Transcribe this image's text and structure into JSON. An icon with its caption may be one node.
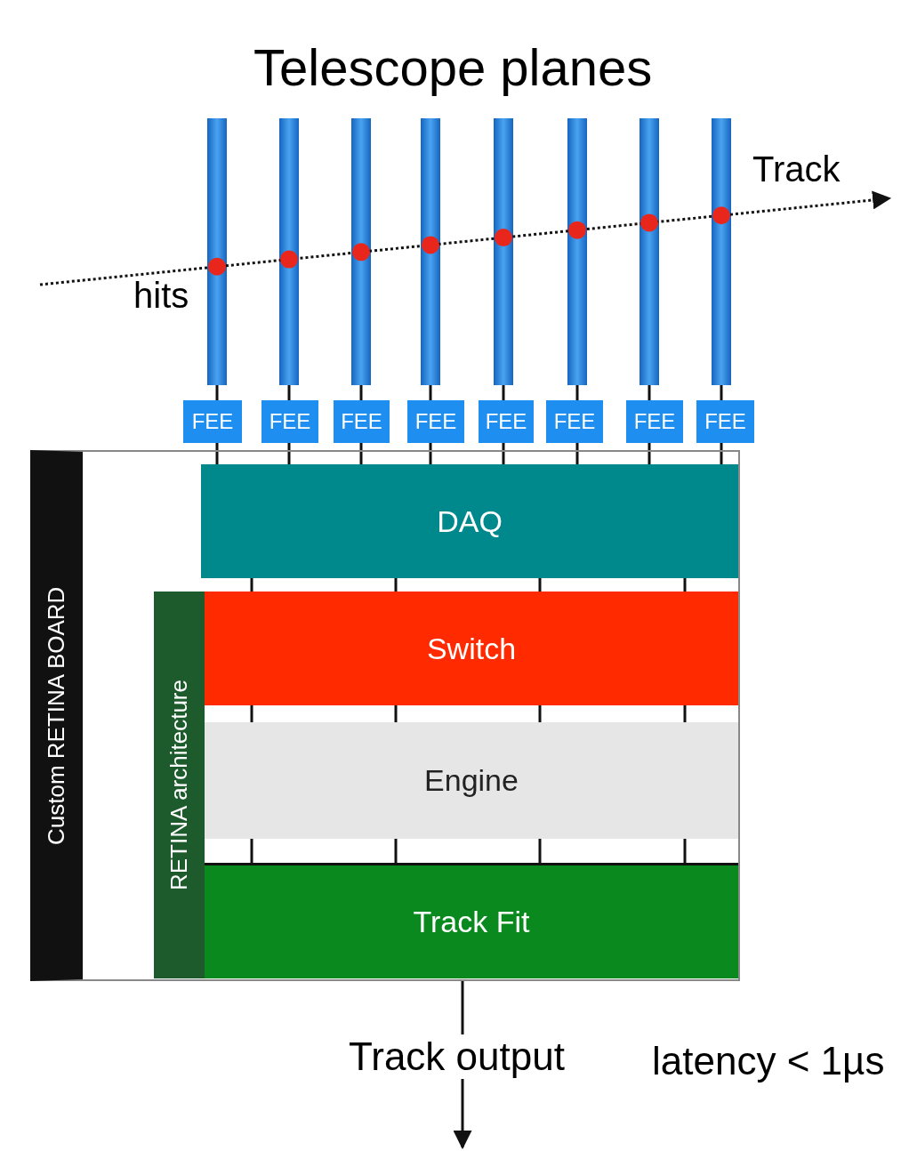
{
  "diagram": {
    "title": "Telescope planes",
    "nodes": [
      {
        "text": [],
        "shape": "bar"
      },
      {
        "text": [],
        "shape": "bar"
      },
      {
        "text": [],
        "shape": "bar"
      },
      {
        "text": [],
        "shape": "bar"
      },
      {
        "text": [],
        "shape": "bar"
      },
      {
        "text": [],
        "shape": "bar"
      },
      {
        "text": [],
        "shape": "bar"
      },
      {
        "text": [],
        "shape": "bar"
      },
      {
        "text": [
          "FEE"
        ]
      },
      {
        "text": [
          "FEE"
        ]
      },
      {
        "text": [
          "FEE"
        ]
      },
      {
        "text": [
          "FEE"
        ]
      },
      {
        "text": [
          "FEE"
        ]
      },
      {
        "text": [
          "FEE"
        ]
      },
      {
        "text": [
          "FEE"
        ]
      },
      {
        "text": [
          "FEE"
        ]
      },
      {
        "text": [
          "Custom RETINA BOARD"
        ]
      },
      {
        "text": [
          "DAQ"
        ],
        "in": 16
      },
      {
        "text": [
          "RETINA architecture"
        ],
        "in": 16
      },
      {
        "text": [
          "Switch"
        ],
        "in": 18
      },
      {
        "text": [
          "Engine"
        ],
        "in": 18
      },
      {
        "text": [
          "Track Fit"
        ],
        "in": 18
      }
    ],
    "edges": [
      {
        "from": 0,
        "to": 8,
        "arrow": "none"
      },
      {
        "from": 1,
        "to": 9,
        "arrow": "none"
      },
      {
        "from": 2,
        "to": 10,
        "arrow": "none"
      },
      {
        "from": 3,
        "to": 11,
        "arrow": "none"
      },
      {
        "from": 4,
        "to": 12,
        "arrow": "none"
      },
      {
        "from": 5,
        "to": 13,
        "arrow": "none"
      },
      {
        "from": 6,
        "to": 14,
        "arrow": "none"
      },
      {
        "from": 7,
        "to": 15,
        "arrow": "none"
      },
      {
        "from": 8,
        "to": 17,
        "arrow": "none"
      },
      {
        "from": 9,
        "to": 17,
        "arrow": "none"
      },
      {
        "from": 10,
        "to": 17,
        "arrow": "none"
      },
      {
        "from": 11,
        "to": 17,
        "arrow": "none"
      },
      {
        "from": 12,
        "to": 17,
        "arrow": "none"
      },
      {
        "from": 13,
        "to": 17,
        "arrow": "none"
      },
      {
        "from": 14,
        "to": 17,
        "arrow": "none"
      },
      {
        "from": 15,
        "to": 17,
        "arrow": "none"
      },
      {
        "from": 17,
        "to": 19,
        "arrow": "none"
      },
      {
        "from": 17,
        "to": 19,
        "arrow": "none"
      },
      {
        "from": 17,
        "to": 19,
        "arrow": "none"
      },
      {
        "from": 17,
        "to": 19,
        "arrow": "none"
      },
      {
        "from": 19,
        "to": 20,
        "arrow": "none"
      },
      {
        "from": 19,
        "to": 20,
        "arrow": "none"
      },
      {
        "from": 19,
        "to": 20,
        "arrow": "none"
      },
      {
        "from": 19,
        "to": 20,
        "arrow": "none"
      },
      {
        "from": 20,
        "to": 21,
        "arrow": "none"
      },
      {
        "from": 20,
        "to": 21,
        "arrow": "none"
      },
      {
        "from": 20,
        "to": 21,
        "arrow": "none"
      },
      {
        "from": 20,
        "to": 21,
        "arrow": "none"
      },
      {
        "from": 21,
        "to": null,
        "arrow": "to",
        "label": "Track output"
      }
    ],
    "labels": [
      "Track",
      "hits",
      "latency < 1µs"
    ]
  }
}
